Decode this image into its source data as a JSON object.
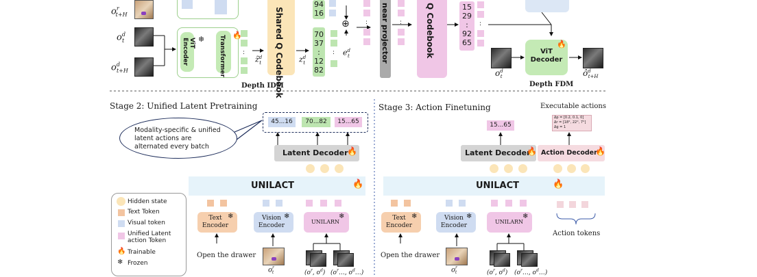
{
  "top": {
    "obs_r_label": "o",
    "obs_r_sup": "r",
    "obs_r_sub": "t+H",
    "obs_d_label": "o",
    "obs_d_sup": "d",
    "obs_d_sub": "t",
    "obs_d2_sub": "t+H",
    "vit_encoder": "ViT Encoder",
    "transformer": "Transformer",
    "shared_codebook": "Shared Q Codebook",
    "z_tilde": "z̃",
    "z_hat": "z",
    "z_sup": "d",
    "z_sub": "t",
    "codes_left": [
      "70",
      "37",
      ":",
      "12",
      "82"
    ],
    "codes_top": [
      "94",
      "16"
    ],
    "e_label": "e",
    "e_sup": "d",
    "e_sub": "t",
    "linear_projector": "near projector",
    "vq_codebook": "Q Codebook",
    "codes_right": [
      "15",
      "29",
      ":",
      "92",
      "65"
    ],
    "vit_decoder": "ViT Decoder",
    "depth_idm": "Depth IDM",
    "depth_fdm": "Depth FDM",
    "o_d_t": "o",
    "o_hat": "ô",
    "o_hat_sub": "t+H"
  },
  "stage2": {
    "title": "Stage 2: Unified Latent Pretraining",
    "bubble": "Modality-specific & unified latent actions are alternated every batch",
    "tokens": [
      "45...16",
      "70...82",
      "15...65"
    ],
    "latent_decoder": "Latent Decoder",
    "unilact": "UNILACT",
    "text_encoder": "Text Encoder",
    "vision_encoder": "Vision Encoder",
    "unilarn": "UNILARN",
    "instruction": "Open the drawer",
    "obs_label": "o",
    "obs_sup": "r",
    "obs_sub": "t",
    "pair1": "(o",
    "pair2": "(o",
    "legend": [
      {
        "icon": "hidden-state",
        "label": "Hidden state"
      },
      {
        "icon": "text-token",
        "label": "Text Token"
      },
      {
        "icon": "visual-token",
        "label": "Visual token"
      },
      {
        "icon": "unified-token",
        "label": "Unified Latent action Token"
      },
      {
        "icon": "fire-icon",
        "label": "Trainable"
      },
      {
        "icon": "snowflake-icon",
        "label": "Frozen"
      }
    ]
  },
  "stage3": {
    "title": "Stage 3: Action Finetuning",
    "exec_title": "Executable actions",
    "exec_lines": [
      "Δp = [0.2, 0.1, 0]",
      "Δr = [18°, 22°, 7°]",
      "Δg = 1"
    ],
    "token": "15...65",
    "latent_decoder": "Latent Decoder",
    "action_decoder": "Action Decoder",
    "unilact": "UNILACT",
    "text_encoder": "Text Encoder",
    "vision_encoder": "Vision Encoder",
    "unilarn": "UNILARN",
    "instruction": "Open the drawer",
    "action_tokens": "Action tokens",
    "obs_label": "o",
    "obs_sup": "r",
    "obs_sub": "t"
  },
  "colors": {
    "green": "#c4eab5",
    "yellow": "#fbe5b8",
    "pink": "#f0c6e6",
    "blue": "#cfdcf1",
    "orange": "#f3c4a0",
    "grey": "#d9d9d9",
    "unilact": "#e6f3fa"
  }
}
